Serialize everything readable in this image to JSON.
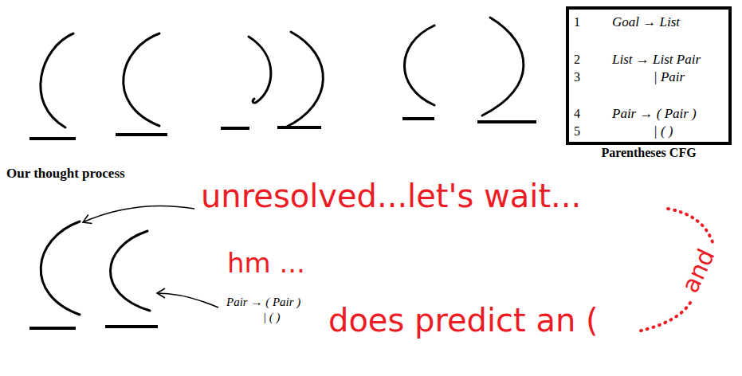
{
  "diagram": {
    "nodes": [
      {
        "text": [
          "1",
          "Goal → List",
          "2",
          "List → List Pair",
          "3",
          "| Pair",
          "4",
          "Pair → ( Pair )",
          "5",
          "| ( )",
          "Parentheses CFG"
        ]
      }
    ],
    "labels": [
      "Our thought process",
      "unresolved...let's wait...",
      "hm ...",
      "Pair → ( Pair )",
      "| ( )",
      "does predict an (",
      "and"
    ]
  }
}
